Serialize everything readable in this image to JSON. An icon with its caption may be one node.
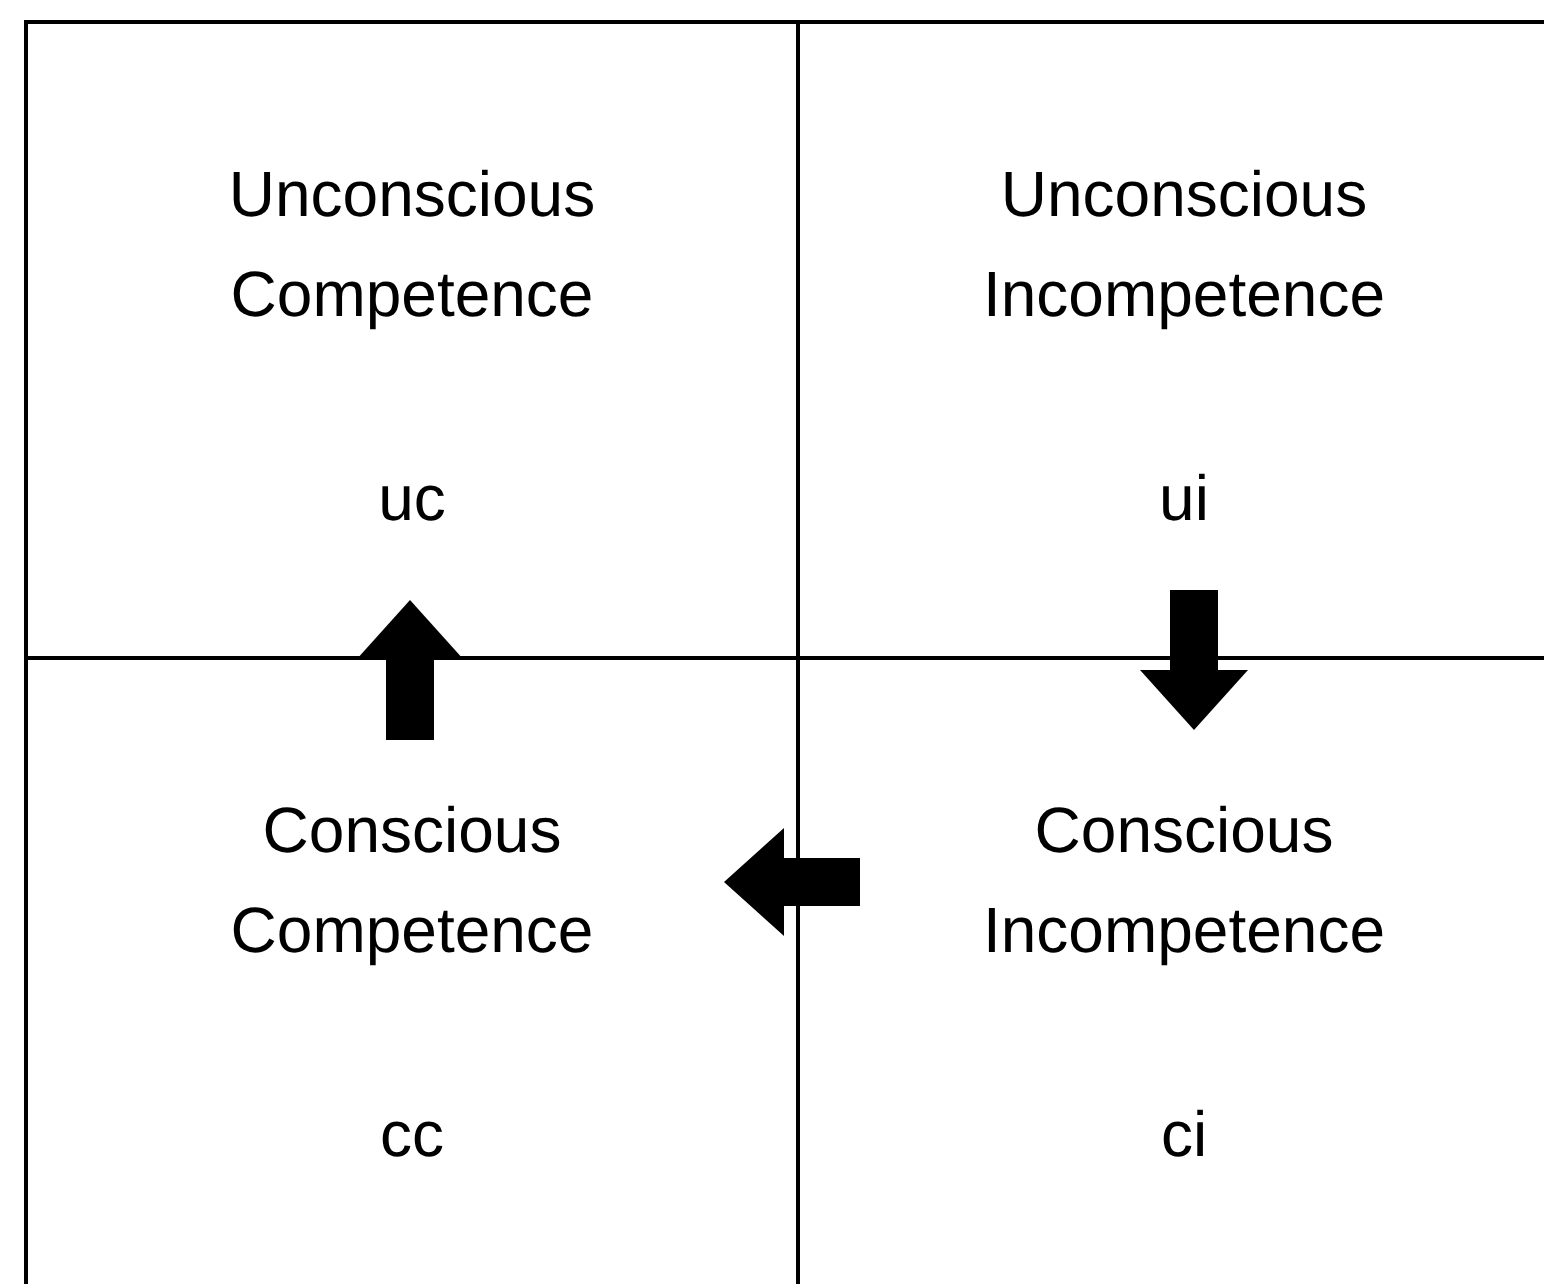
{
  "diagram": {
    "nodes": [
      {
        "text": [
          "Unconscious Competence",
          "uc"
        ]
      },
      {
        "text": [
          "Unconscious Incompetence",
          "ui"
        ]
      },
      {
        "text": [
          "Conscious Competence",
          "cc"
        ]
      },
      {
        "text": [
          "Conscious Incompetence",
          "ci"
        ]
      }
    ],
    "edges": [
      {
        "from": 1,
        "to": 3,
        "arrow": "to"
      },
      {
        "from": 3,
        "to": 2,
        "arrow": "to"
      },
      {
        "from": 2,
        "to": 0,
        "arrow": "to"
      }
    ]
  }
}
